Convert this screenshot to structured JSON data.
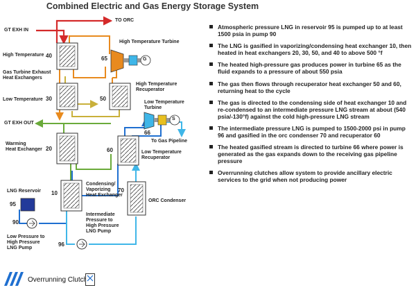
{
  "title": "Combined Electric and Gas Energy Storage System",
  "labels": {
    "gt_exh_in": "GT EXH IN",
    "to_orc": "TO ORC",
    "high_temp_turbine": "High Temperature Turbine",
    "high_temperature": "High Temperature",
    "gt_exhaust_1": "Gas Turbine Exhaust",
    "gt_exhaust_2": "Heat Exchangers",
    "low_temperature": "Low Temperature",
    "ht_recup_1": "High Temperature",
    "ht_recup_2": "Recuperator",
    "lt_turbine_1": "Low Temperature",
    "lt_turbine_2": "Turbine",
    "gt_exh_out": "GT EXH OUT",
    "to_gas_pipeline": "To Gas Pipeline",
    "warming_1": "Warming",
    "warming_2": "Heat Exchanger",
    "lt_recup_1": "Low Temperature",
    "lt_recup_2": "Recuperator",
    "lng_reservoir": "LNG Reservoir",
    "cond_1": "Condensing/",
    "cond_2": "Vaporizing",
    "cond_3": "Heat Exchanger",
    "orc_condenser": "ORC Condenser",
    "int_1": "Intermediate",
    "int_2": "Pressure to",
    "int_3": "High Pressure",
    "int_4": "LNG Pump",
    "lp_1": "Low Pressure to",
    "lp_2": "High Pressure",
    "lp_3": "LNG Pump",
    "clutch": "Overrunning Clutch:"
  },
  "numbers": {
    "n40": "40",
    "n30": "30",
    "n50": "50",
    "n65": "65",
    "n66": "66",
    "n20": "20",
    "n60": "60",
    "n10": "10",
    "n70": "70",
    "n95": "95",
    "n90": "90",
    "n96": "96"
  },
  "symbols": {
    "gen": "G",
    "sym_s": "S"
  },
  "bullets": [
    "Atmospheric pressure LNG in reservoir 95 is pumped up to at least 1500 psia in pump 90",
    "The LNG is gasified in vaporizing/condensing heat exchanger 10, then heated in heat exchangers 20, 30, 50, and 40 to above 500 °f",
    "The heated high-pressure gas produces power in turbine 65 as the fluid expands to a pressure of about 550 psia",
    "The gas then flows through recuperator heat exchanger 50 and 60, returning heat to the cycle",
    "The gas is directed to the condensing side of heat exchanger 10 and re-condensed to an intermediate pressure LNG stream at about (540 psia/-130°f) against the cold high-pressure LNG stream",
    "The intermediate pressure LNG is pumped to 1500-2000 psi in pump 96 and gasified in the orc condenser 70 and recuperator 60",
    "The heated gasified stream is directed to turbine 66 where power is generated as the gas expands down to the receiving gas pipeline pressure",
    "Overrunning clutches allow system to provide ancillary electric services to the grid when not producing power"
  ],
  "colors": {
    "red": "#d42a2a",
    "orange": "#e88a1e",
    "gold": "#c9b03a",
    "green": "#6aaa3a",
    "blue": "#1f6fd0",
    "lightblue": "#3fb6e8",
    "navy": "#233a9a"
  }
}
